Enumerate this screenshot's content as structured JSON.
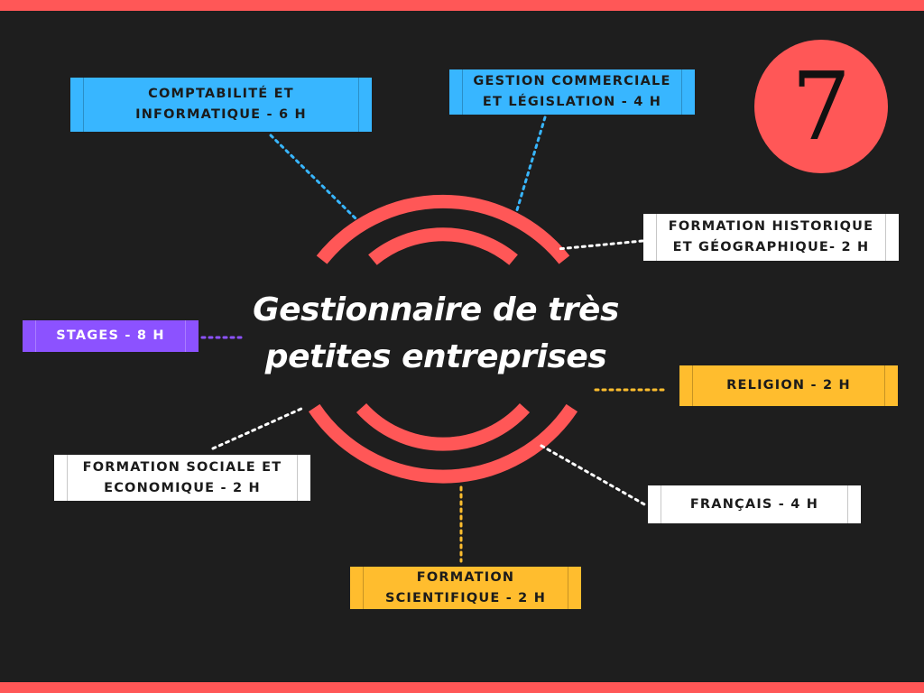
{
  "title": "Gestionnaire de très\npetites entreprises",
  "badge_number": "7",
  "colors": {
    "accent_red": "#ff5757",
    "blue": "#38b6ff",
    "yellow": "#ffbd2e",
    "purple": "#8c52ff",
    "white": "#ffffff",
    "background": "#1e1e1e"
  },
  "nodes": [
    {
      "id": "comptabilite",
      "label": "COMPTABILITÉ ET\nINFORMATIQUE - 6 H",
      "color": "blue"
    },
    {
      "id": "gestion",
      "label": "GESTION COMMERCIALE\nET LÉGISLATION - 4 H",
      "color": "blue"
    },
    {
      "id": "historique",
      "label": "FORMATION HISTORIQUE\nET GÉOGRAPHIQUE- 2 H",
      "color": "white"
    },
    {
      "id": "stages",
      "label": "STAGES - 8 H",
      "color": "purple"
    },
    {
      "id": "religion",
      "label": "RELIGION - 2 H",
      "color": "yellow"
    },
    {
      "id": "sociale",
      "label": "FORMATION SOCIALE ET\nECONOMIQUE - 2 H",
      "color": "white"
    },
    {
      "id": "francais",
      "label": "FRANÇAIS - 4 H",
      "color": "white"
    },
    {
      "id": "scientifique",
      "label": "FORMATION\nSCIENTIFIQUE - 2 H",
      "color": "yellow"
    }
  ]
}
